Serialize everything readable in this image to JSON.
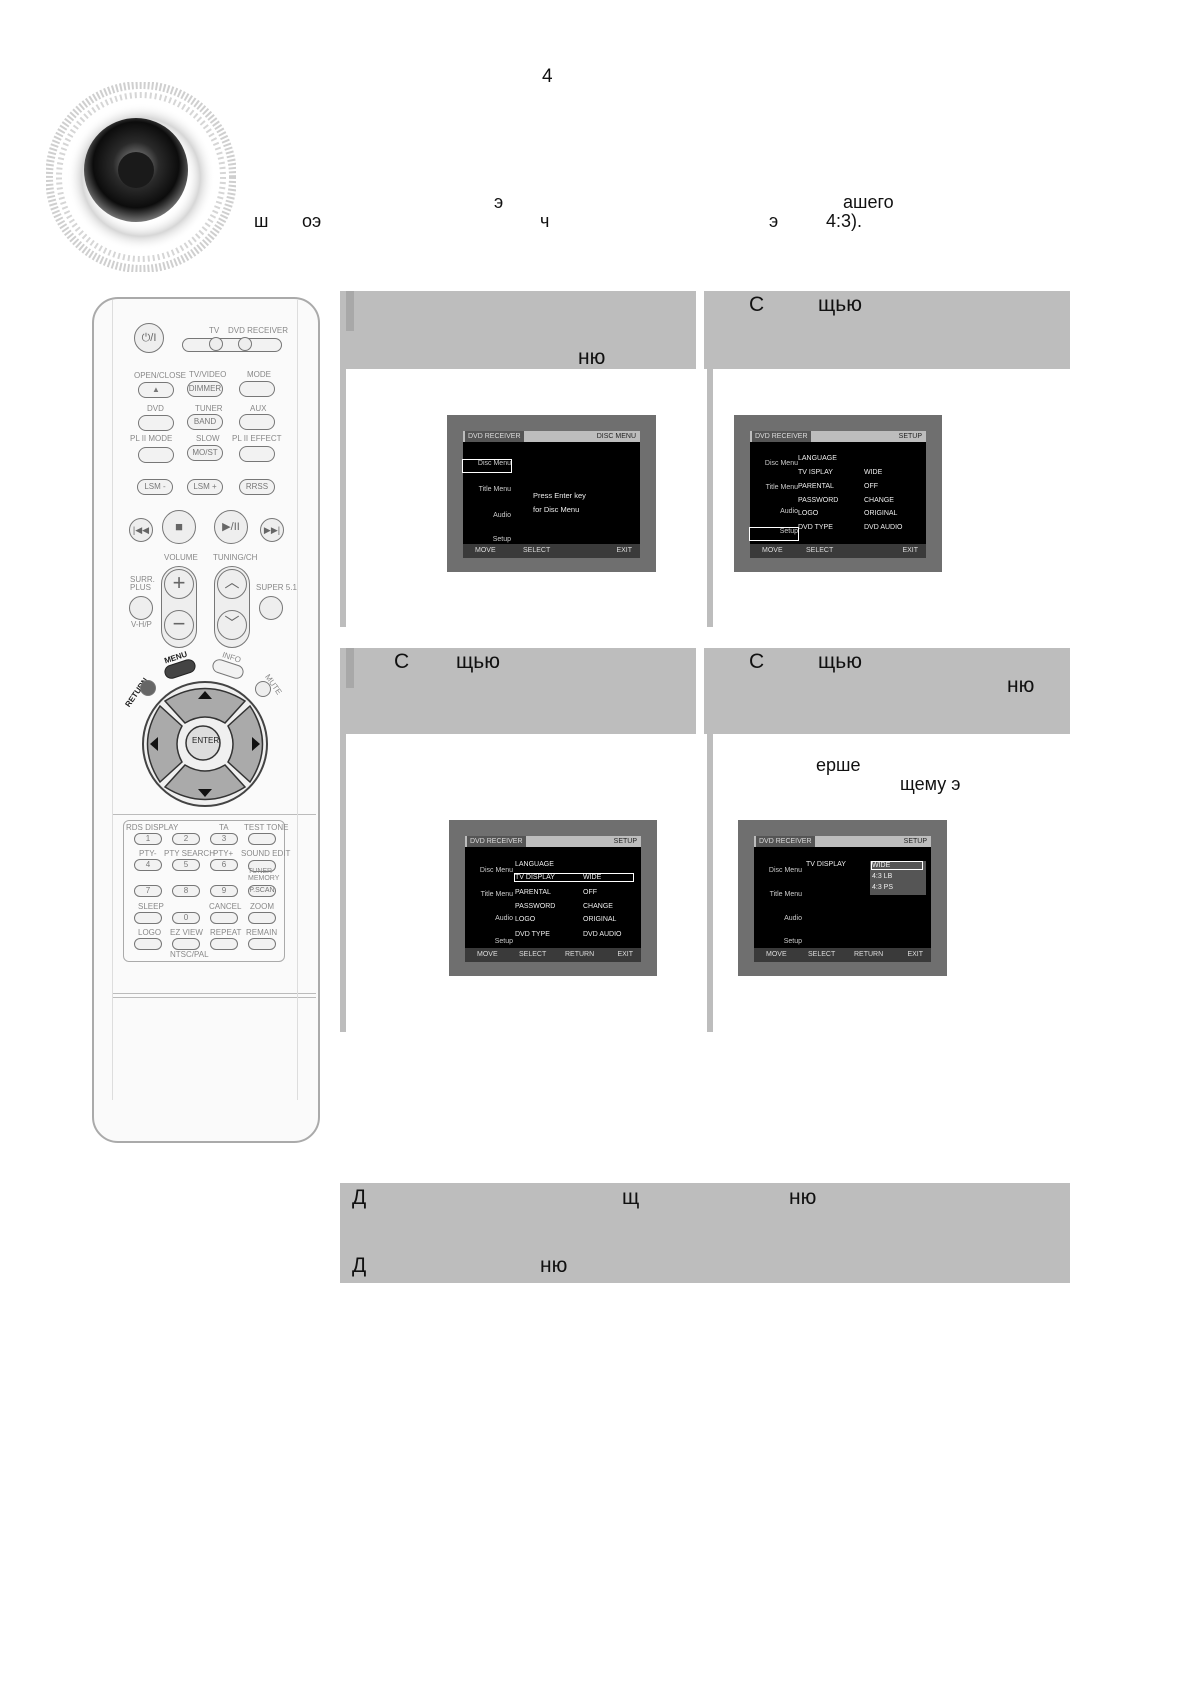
{
  "header": {
    "page_number": "4",
    "intro_line1_a": "э",
    "intro_line1_b": "ашего",
    "intro_line2_a": "ш",
    "intro_line2_b": "оэ",
    "intro_line2_c": "ч",
    "intro_line2_d": "э",
    "intro_line2_e": "4:3)."
  },
  "remote": {
    "power_label": "⏻/I",
    "tv": "TV",
    "dvd_receiver": "DVD RECEIVER",
    "open_close": "OPEN/CLOSE",
    "tv_video": "TV/VIDEO",
    "dimmer": "DIMMER",
    "mode": "MODE",
    "dvd": "DVD",
    "tuner": "TUNER",
    "band": "BAND",
    "aux": "AUX",
    "pl2_mode": "PL II MODE",
    "slow": "SLOW",
    "mo_st": "MO/ST",
    "pl2_effect": "PL II EFFECT",
    "lsm_minus": "LSM -",
    "lsm_plus": "LSM +",
    "rrss": "RRSS",
    "volume": "VOLUME",
    "tuning_ch": "TUNING/CH",
    "surr_plus": "SURR. PLUS",
    "v_hp": "V-H/P",
    "super51": "SUPER 5.1",
    "menu": "MENU",
    "info": "INFO",
    "return": "RETURN",
    "mute": "MUTE",
    "enter": "ENTER",
    "rds_display": "RDS DISPLAY",
    "ta": "TA",
    "test_tone": "TEST TONE",
    "pty_minus": "PTY-",
    "pty_search": "PTY SEARCH",
    "pty_plus": "PTY+",
    "sound_edit": "SOUND EDIT",
    "tuner_memory": "TUNER MEMORY",
    "p_scan": "P.SCAN",
    "sleep": "SLEEP",
    "cancel": "CANCEL",
    "zoom": "ZOOM",
    "logo": "LOGO",
    "ez_view": "EZ VIEW",
    "repeat": "REPEAT",
    "remain": "REMAIN",
    "ntsc_pal": "NTSC/PAL",
    "digits": [
      "1",
      "2",
      "3",
      "4",
      "5",
      "6",
      "7",
      "8",
      "9",
      "0"
    ]
  },
  "step1": {
    "text": "ню"
  },
  "step2": {
    "text_a": "С",
    "text_b": "щью"
  },
  "step3": {
    "text_a": "С",
    "text_b": "щью"
  },
  "step4": {
    "text_a": "С",
    "text_b": "щью",
    "text_c": "ню",
    "body_a": "ерше",
    "body_b": "щему э"
  },
  "osd_disc": {
    "brand": "DVD RECEIVER",
    "title": "DISC MENU",
    "side": [
      "Disc Menu",
      "Title Menu",
      "Audio",
      "Setup"
    ],
    "msg1": "Press Enter key",
    "msg2": "for Disc Menu",
    "bottom": [
      "MOVE",
      "SELECT",
      "EXIT"
    ]
  },
  "osd_setup1": {
    "brand": "DVD RECEIVER",
    "title": "SETUP",
    "side": [
      "Disc Menu",
      "Title Menu",
      "Audio",
      "Setup"
    ],
    "rows": [
      {
        "name": "LANGUAGE",
        "value": ""
      },
      {
        "name": "TV  ISPLAY",
        "value": "WIDE"
      },
      {
        "name": "PARENTAL",
        "value": "OFF"
      },
      {
        "name": "PASSWORD",
        "value": "CHANGE"
      },
      {
        "name": "LOGO",
        "value": "ORIGINAL"
      },
      {
        "name": "DVD TYPE",
        "value": "DVD AUDIO"
      }
    ],
    "bottom": [
      "MOVE",
      "SELECT",
      "EXIT"
    ]
  },
  "osd_setup2": {
    "brand": "DVD RECEIVER",
    "title": "SETUP",
    "side": [
      "Disc Menu",
      "Title Menu",
      "Audio",
      "Setup"
    ],
    "rows": [
      {
        "name": "LANGUAGE",
        "value": ""
      },
      {
        "name": "TV DISPLAY",
        "value": "WIDE"
      },
      {
        "name": "PARENTAL",
        "value": "OFF"
      },
      {
        "name": "PASSWORD",
        "value": "CHANGE"
      },
      {
        "name": "LOGO",
        "value": "ORIGINAL"
      },
      {
        "name": "DVD TYPE",
        "value": "DVD AUDIO"
      }
    ],
    "bottom": [
      "MOVE",
      "SELECT",
      "RETURN",
      "EXIT"
    ]
  },
  "osd_setup3": {
    "brand": "DVD RECEIVER",
    "title": "SETUP",
    "side": [
      "Disc Menu",
      "Title Menu",
      "Audio",
      "Setup"
    ],
    "row": "TV DISPLAY",
    "options": [
      "WIDE",
      "4:3 LB",
      "4:3 PS"
    ],
    "bottom": [
      "MOVE",
      "SELECT",
      "RETURN",
      "EXIT"
    ]
  },
  "note": {
    "line1_a": "Д",
    "line1_b": "щ",
    "line1_c": "ню",
    "line2_a": "Д",
    "line2_b": "ню"
  }
}
